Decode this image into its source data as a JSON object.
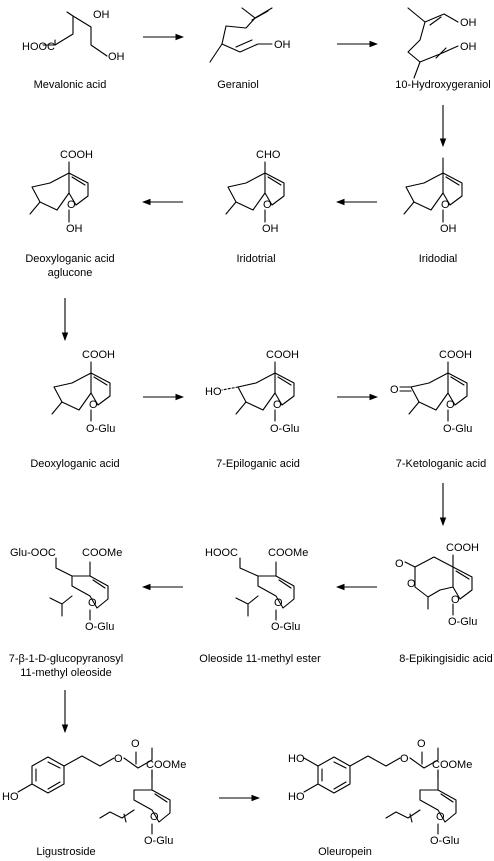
{
  "compounds": {
    "mevalonic": "Mevalonic acid",
    "geraniol": "Geraniol",
    "hydroxygeraniol": "10-Hydroxygeraniol",
    "iridodial": "Iridodial",
    "iridotrial": "Iridotrial",
    "deoxyloganic_aglucone_l1": "Deoxyloganic acid",
    "deoxyloganic_aglucone_l2": "aglucone",
    "deoxyloganic": "Deoxyloganic acid",
    "epiloganic": "7-Epiloganic acid",
    "ketologanic": "7-Ketologanic acid",
    "epikingisidic": "8-Epikingisidic acid",
    "oleoside_ester": "Oleoside 11-methyl ester",
    "glucopyranosyl_l1": "7-β-1-D-glucopyranosyl",
    "glucopyranosyl_l2": "11-methyl oleoside",
    "ligustroside": "Ligustroside",
    "oleuropein": "Oleuropein"
  },
  "groups": {
    "oh": "OH",
    "hooc": "HOOC",
    "cooh": "COOH",
    "cho": "CHO",
    "o": "O",
    "oglu": "O-Glu",
    "ho": "HO",
    "cooMe": "COOMe",
    "glu_ooc": "Glu-OOC"
  }
}
